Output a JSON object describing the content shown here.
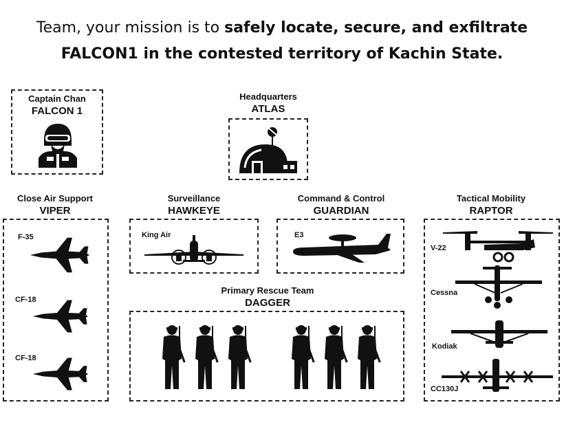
{
  "mission": {
    "prefix": "Team, your mission is to ",
    "bold_line1": "safely locate, secure, and exfiltrate",
    "bold_line2": "FALCON1 in the contested territory of Kachin State."
  },
  "falcon": {
    "role": "Captain Chan",
    "call": "FALCON 1",
    "icon": "pilot-helmet-icon"
  },
  "hq": {
    "role": "Headquarters",
    "call": "ATLAS",
    "icon": "radar-dome-icon"
  },
  "viper": {
    "role": "Close Air Support",
    "call": "VIPER",
    "aircraft": [
      "F-35",
      "CF-18",
      "CF-18"
    ]
  },
  "hawkeye": {
    "role": "Surveillance",
    "call": "HAWKEYE",
    "aircraft": [
      "King Air"
    ]
  },
  "guardian": {
    "role": "Command & Control",
    "call": "GUARDIAN",
    "aircraft": [
      "E3"
    ]
  },
  "raptor": {
    "role": "Tactical Mobility",
    "call": "RAPTOR",
    "aircraft": [
      "V-22",
      "Cessna",
      "Kodiak",
      "CC130J"
    ]
  },
  "dagger": {
    "role": "Primary Rescue Team",
    "call": "DAGGER",
    "icon": "soldier-icon"
  }
}
